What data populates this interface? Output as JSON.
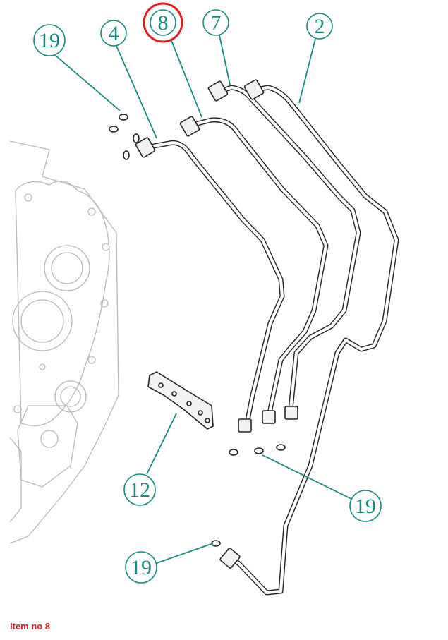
{
  "callouts": {
    "c19_top": "19",
    "c4": "4",
    "c8": "8",
    "c7": "7",
    "c2": "2",
    "c12": "12",
    "c19_mid": "19",
    "c19_bottom": "19"
  },
  "highlighted_callout": "8",
  "caption": "Item no 8",
  "colors": {
    "callout": "#1a8a80",
    "highlight_ring": "#e02020",
    "caption": "#cc1f1f",
    "line_art": "#222222",
    "ghost_housing": "#b8b8b8"
  }
}
